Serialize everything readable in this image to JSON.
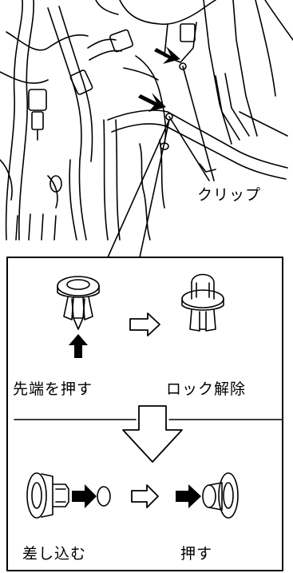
{
  "labels": {
    "clip": "クリップ",
    "push_tip": "先端を押す",
    "unlock": "ロック解除",
    "insert": "差し込む",
    "push": "押す"
  },
  "colors": {
    "line": "#000000",
    "background": "#ffffff"
  },
  "icons": [
    "arrow-right-icon",
    "arrow-up-icon",
    "outline-arrow-right-icon",
    "outline-arrow-down-icon"
  ]
}
